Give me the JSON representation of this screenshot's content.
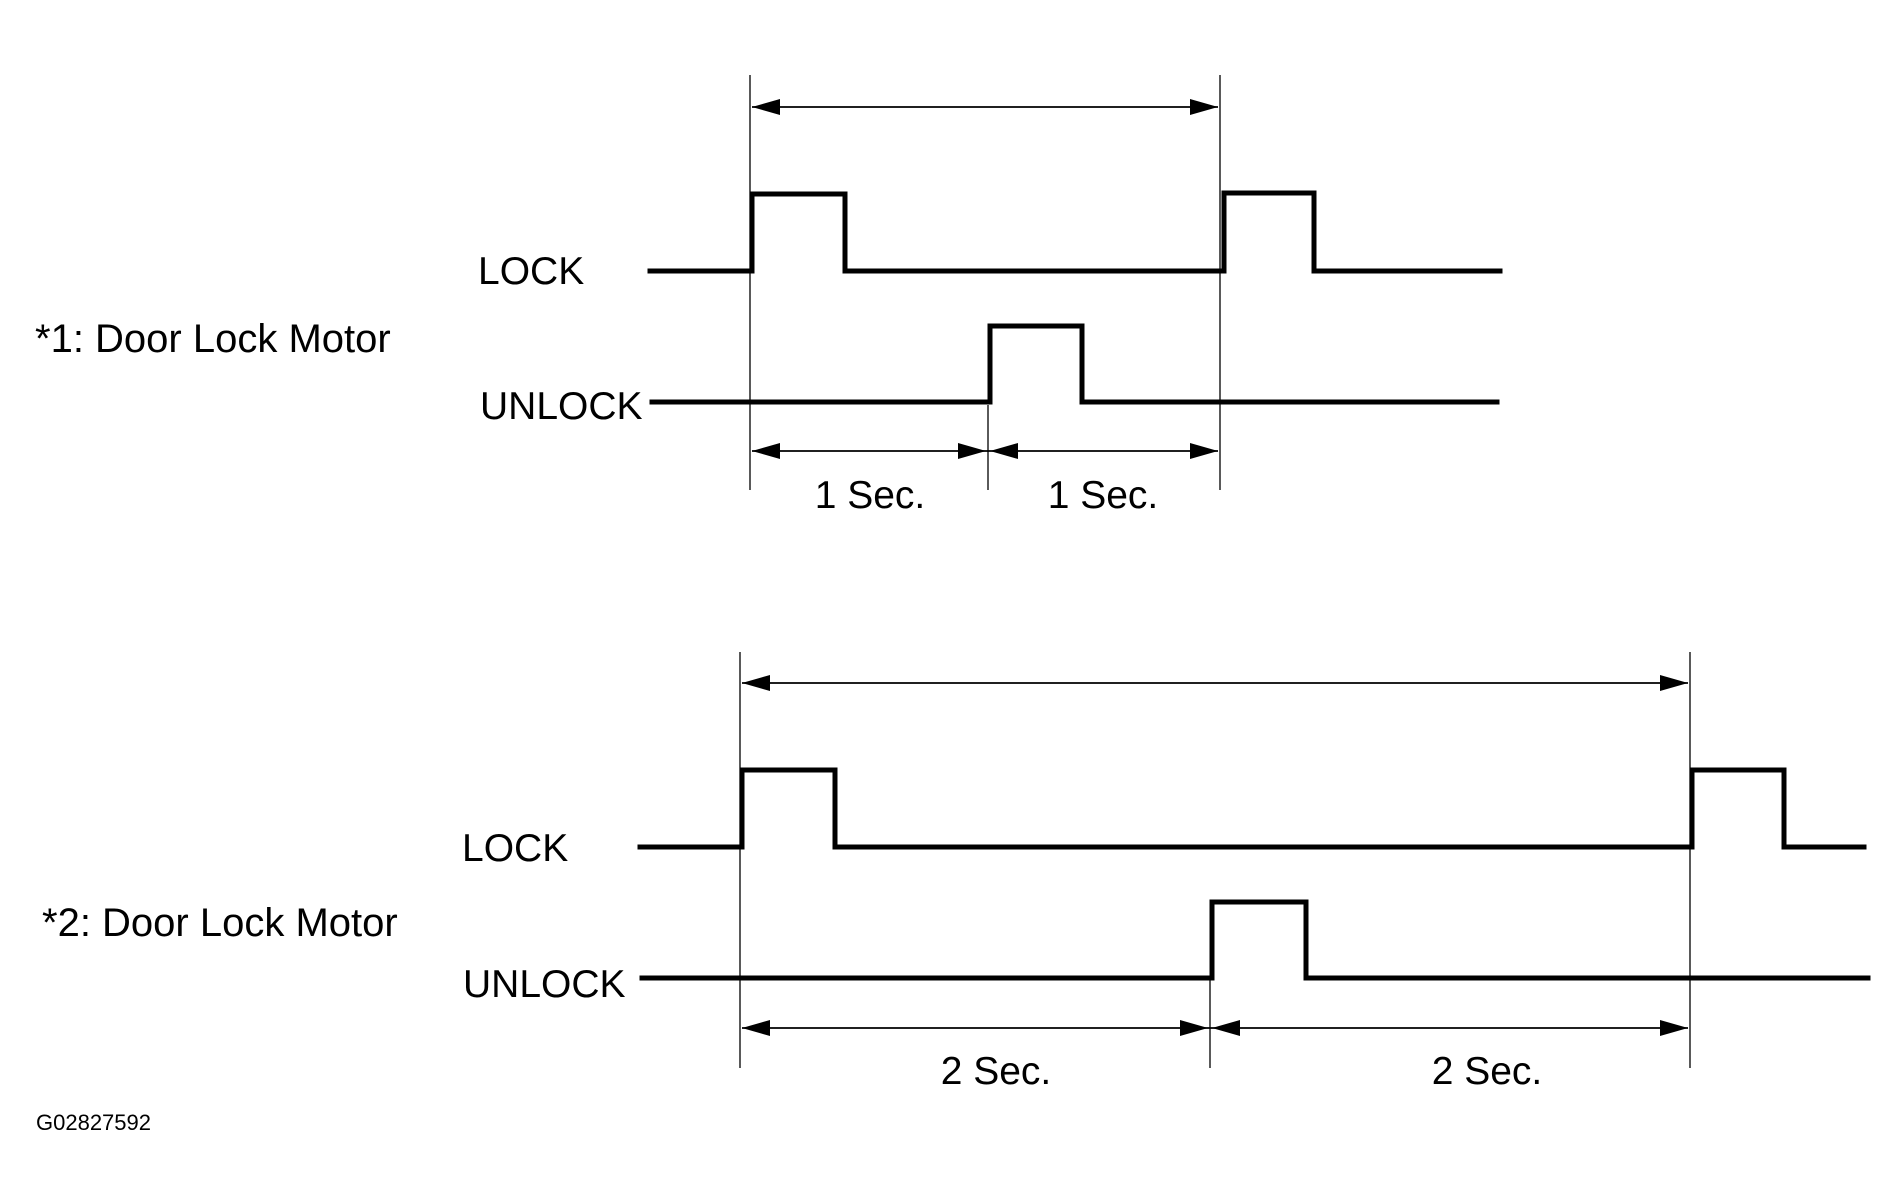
{
  "figure_code": "G02827592",
  "diagrams": [
    {
      "caption": "*1:  Door Lock Motor",
      "lock_label": "LOCK",
      "unlock_label": "UNLOCK",
      "interval_labels": [
        "1 Sec.",
        "1 Sec."
      ]
    },
    {
      "caption": "*2: Door Lock Motor",
      "lock_label": "LOCK",
      "unlock_label": "UNLOCK",
      "interval_labels": [
        "2 Sec.",
        "2 Sec."
      ]
    }
  ]
}
